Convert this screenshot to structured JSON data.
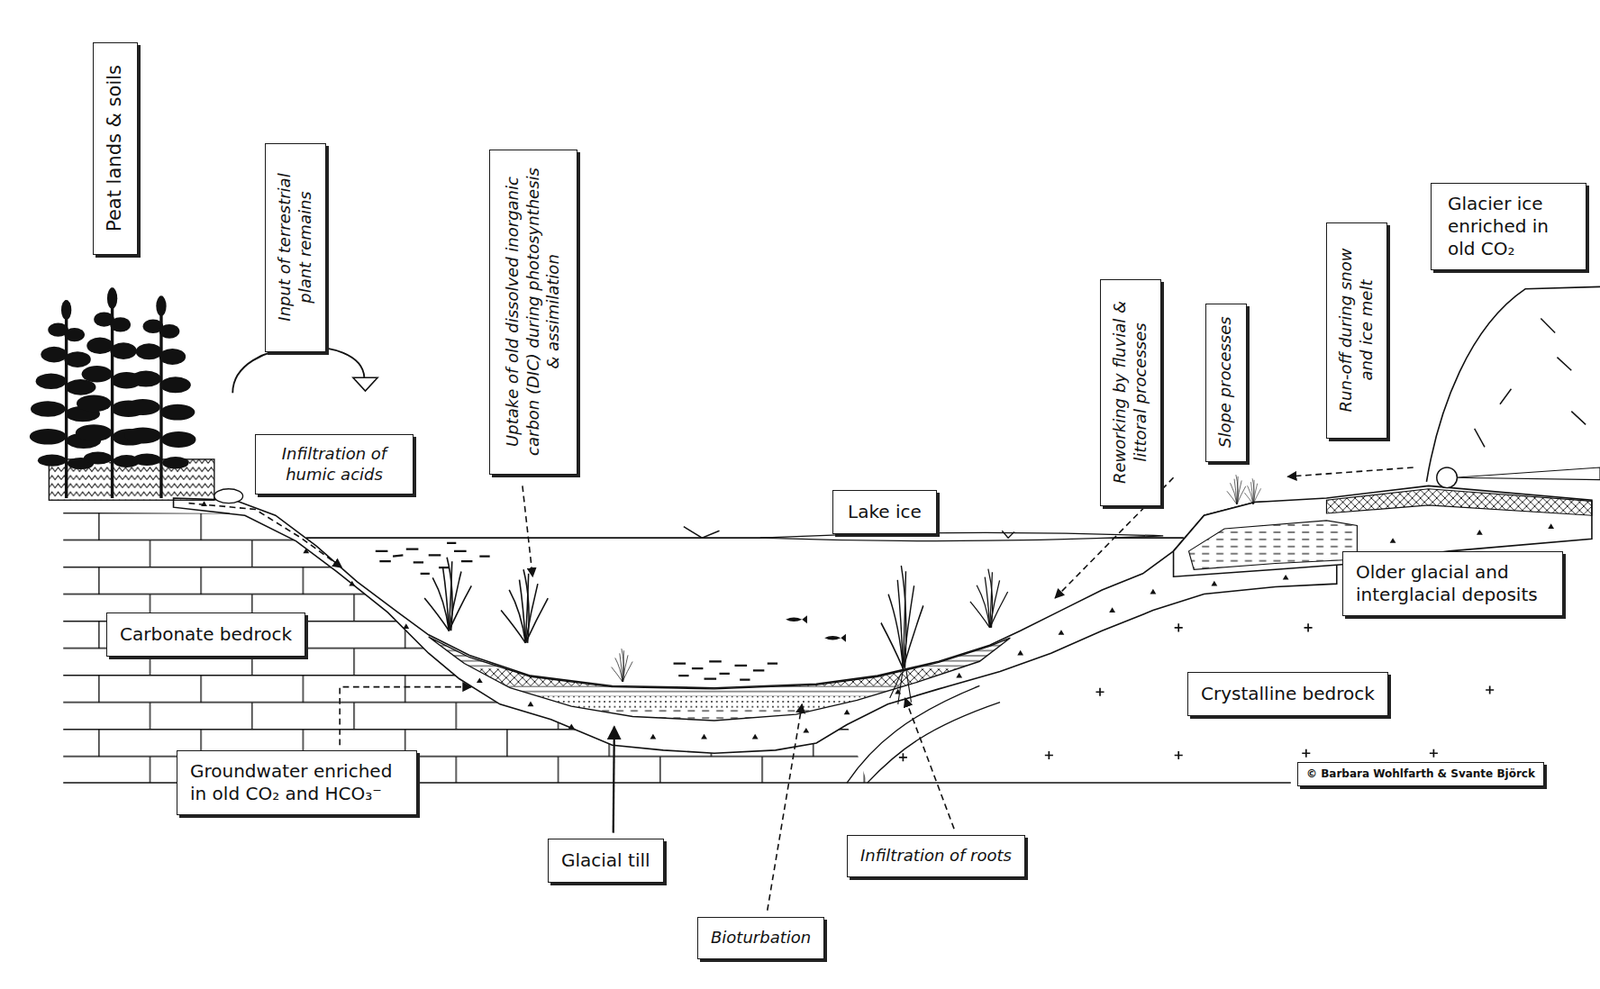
{
  "diagram": {
    "nodes": [
      {
        "text": [
          "Peat lands & soils"
        ]
      },
      {
        "text": [
          "Input of terrestrial plant remains"
        ]
      },
      {
        "text": [
          "Uptake of old dissolved inorganic carbon (DIC) during photosynthesis & assimilation"
        ]
      },
      {
        "text": [
          "Glacier ice enriched in old CO₂"
        ]
      },
      {
        "text": [
          "Run-off during snow and ice melt"
        ]
      },
      {
        "text": [
          "Slope processes"
        ]
      },
      {
        "text": [
          "Reworking by fluvial & littoral processes"
        ]
      },
      {
        "text": [
          "Infiltration of humic acids"
        ]
      },
      {
        "text": [
          "Lake ice"
        ]
      },
      {
        "text": [
          "Older glacial and interglacial deposits"
        ]
      },
      {
        "text": [
          "Carbonate bedrock"
        ]
      },
      {
        "text": [
          "Crystalline bedrock"
        ]
      },
      {
        "text": [
          "© Barbara Wohlfarth & Svante Björck"
        ]
      },
      {
        "text": [
          "Groundwater enriched in old CO₂ and HCO₃⁻"
        ]
      },
      {
        "text": [
          "Glacial till"
        ]
      },
      {
        "text": [
          "Infiltration of roots"
        ]
      },
      {
        "text": [
          "Bioturbation"
        ]
      }
    ]
  }
}
